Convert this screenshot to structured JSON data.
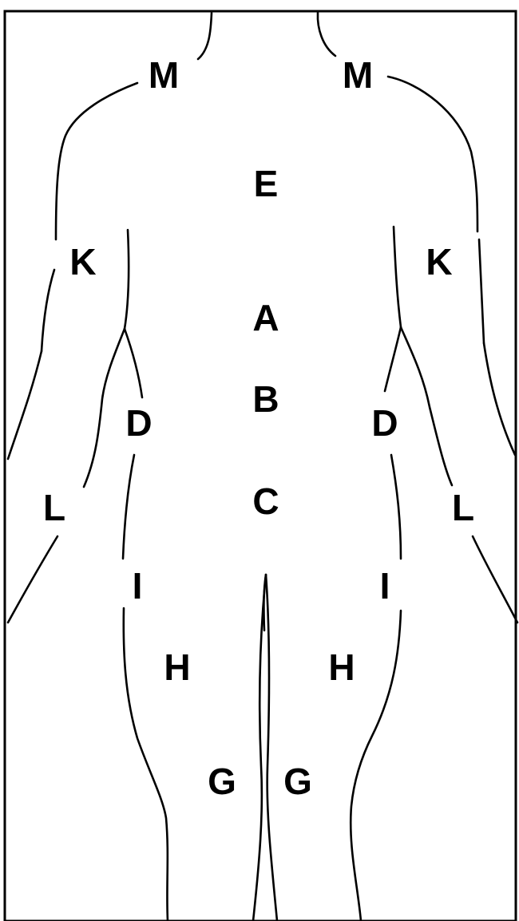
{
  "diagram": {
    "labels": {
      "m_left": "M",
      "m_right": "M",
      "e": "E",
      "k_left": "K",
      "k_right": "K",
      "a": "A",
      "b": "B",
      "d_left": "D",
      "d_right": "D",
      "c": "C",
      "l_left": "L",
      "l_right": "L",
      "i_left": "I",
      "i_right": "I",
      "h_left": "H",
      "h_right": "H",
      "g_left": "G",
      "g_right": "G"
    }
  },
  "colors": {
    "stroke": "#000000",
    "background": "#ffffff"
  }
}
